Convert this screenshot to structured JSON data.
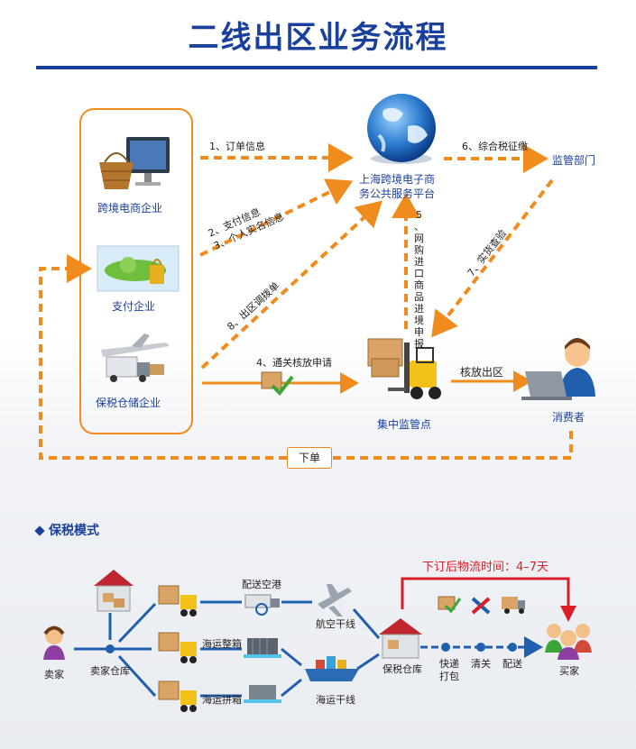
{
  "title": "二线出区业务流程",
  "entities": {
    "ecommerce": "跨境电商企业",
    "payment": "支付企业",
    "warehouse": "保税仓储企业",
    "platform_line1": "上海跨境电子商",
    "platform_line2": "务公共服务平台",
    "regulator": "监管部门",
    "hub": "集中监管点",
    "consumer": "消费者"
  },
  "flows": {
    "f1": "1、订单信息",
    "f2": "2、支付信息",
    "f3": "3、个人实名信息",
    "f4": "4、通关核放申请",
    "f5_chars": [
      "5",
      "、",
      "网",
      "购",
      "进",
      "口",
      "商",
      "品",
      "进",
      "境",
      "申",
      "报"
    ],
    "f6": "6、综合税征缴",
    "f7": "7、实货查验",
    "f8": "8、出区调拨单",
    "release": "核放出区",
    "order": "下单"
  },
  "bonded_mode": {
    "heading": "保税模式",
    "time_note": "下订后物流时间：4–7天",
    "seller": "卖家",
    "seller_warehouse": "卖家仓库",
    "air_delivery": "配送空港",
    "sea_full": "海运整箱",
    "sea_lcl": "海运拼箱",
    "air_trunk": "航空干线",
    "sea_trunk": "海运干线",
    "bonded_warehouse": "保税仓库",
    "express_pack_1": "快递",
    "express_pack_2": "打包",
    "clearance": "清关",
    "delivery": "配送",
    "buyer": "买家"
  },
  "colors": {
    "accent_orange": "#f08c1e",
    "title_blue": "#1a3f9c",
    "time_red": "#d91f2a",
    "flow_blue": "#1f5fae"
  }
}
